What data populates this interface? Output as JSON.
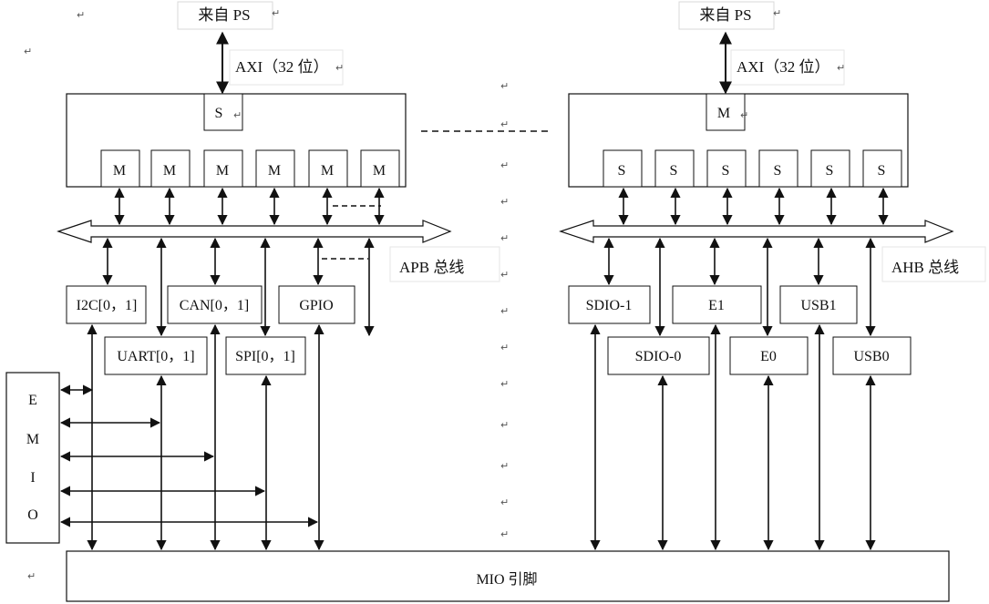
{
  "top_labels": {
    "left": "来自 PS",
    "right": "来自 PS"
  },
  "axi_labels": {
    "left": "AXI（32 位）",
    "right": "AXI（32 位）"
  },
  "slave_port": "S",
  "master_port": "M",
  "left_master_ports": [
    "M",
    "M",
    "M",
    "M",
    "M",
    "M"
  ],
  "right_slave_ports": [
    "S",
    "S",
    "S",
    "S",
    "S",
    "S"
  ],
  "bus_labels": {
    "apb": "APB 总线",
    "ahb": "AHB 总线"
  },
  "apb_devices_row1": [
    "I2C[0，1]",
    "CAN[0，1]",
    "GPIO"
  ],
  "apb_devices_row2": [
    "UART[0，1]",
    "SPI[0，1]"
  ],
  "ahb_devices_row1": [
    "SDIO-1",
    "E1",
    "USB1"
  ],
  "ahb_devices_row2": [
    "SDIO-0",
    "E0",
    "USB0"
  ],
  "emio_letters": [
    "E",
    "M",
    "I",
    "O"
  ],
  "mio_label": "MIO 引脚",
  "paragraph_mark": "↵"
}
